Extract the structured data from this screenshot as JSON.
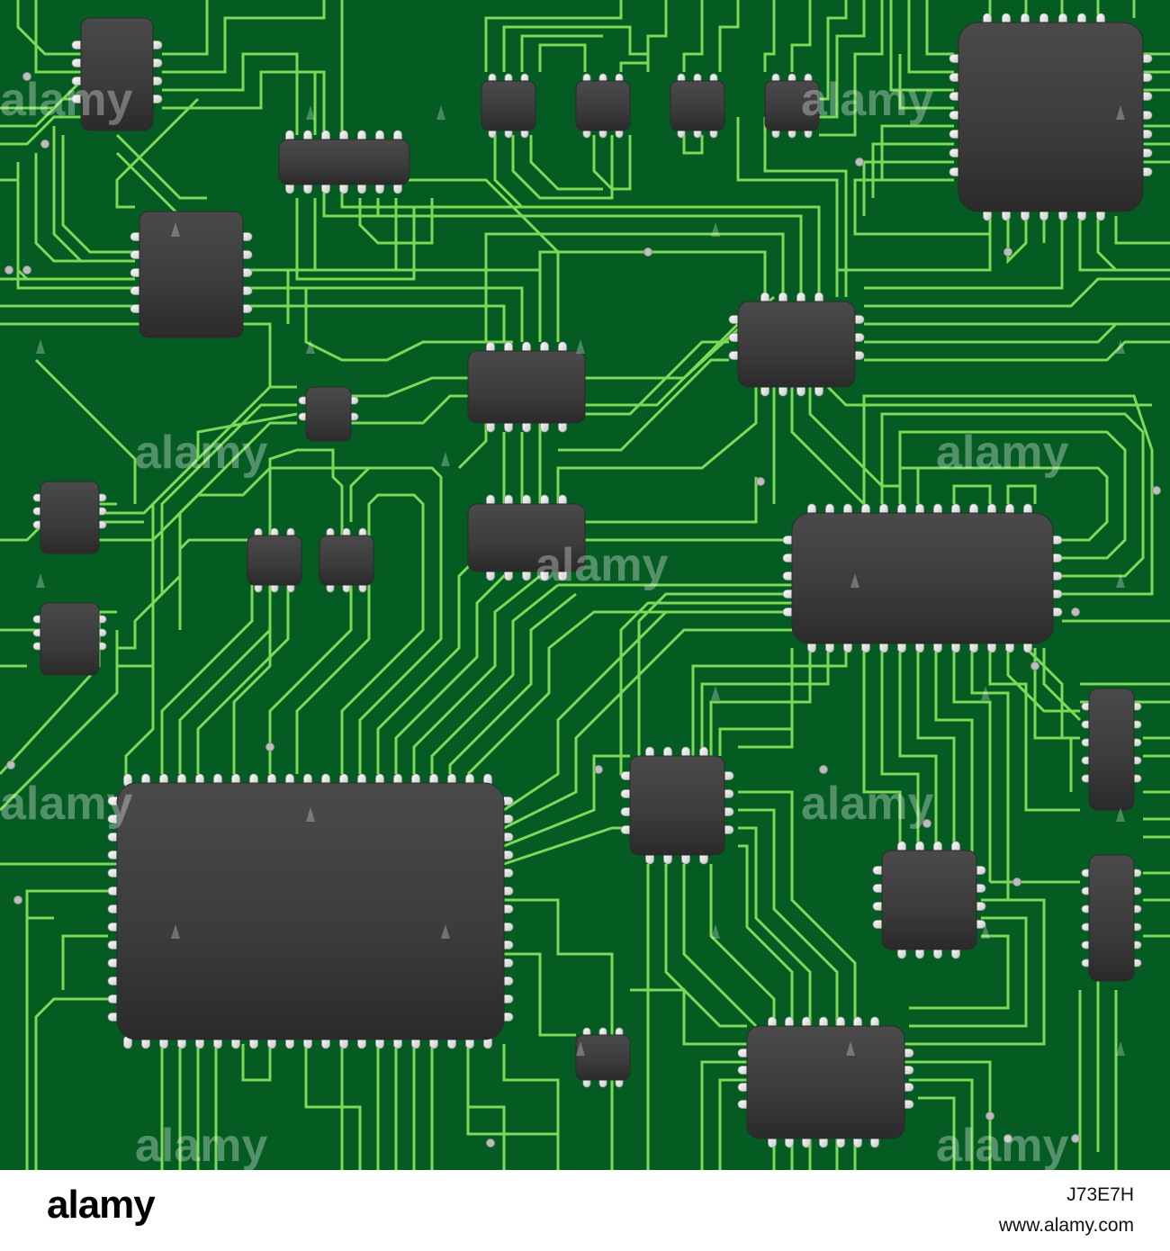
{
  "watermark": {
    "text": "alamy"
  },
  "footer": {
    "logo": "alamy",
    "image_id": "J73E7H",
    "url": "www.alamy.com"
  },
  "colors": {
    "board": "#045c22",
    "trace": "#7ed957",
    "chip": "#3d3d3d",
    "chip_edge": "#2a2a2a",
    "pin": "#e6e6e6",
    "via": "#bdbdbd"
  }
}
